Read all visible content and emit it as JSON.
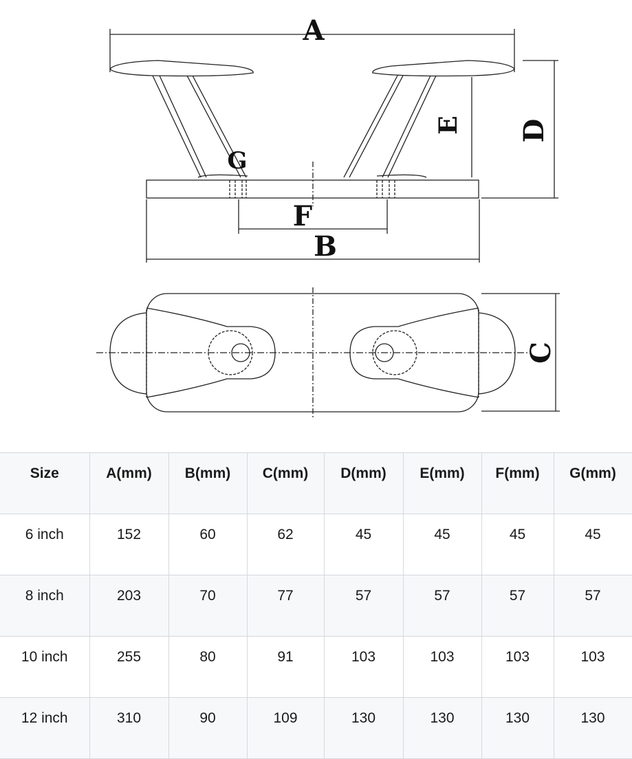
{
  "diagram": {
    "labels": {
      "a": "A",
      "b": "B",
      "c": "C",
      "d": "D",
      "e": "E",
      "f": "F",
      "g": "G"
    }
  },
  "table": {
    "headers": [
      "Size",
      "A(mm)",
      "B(mm)",
      "C(mm)",
      "D(mm)",
      "E(mm)",
      "F(mm)",
      "G(mm)"
    ],
    "rows": [
      [
        "6 inch",
        "152",
        "60",
        "62",
        "45",
        "45",
        "45",
        "45"
      ],
      [
        "8 inch",
        "203",
        "70",
        "77",
        "57",
        "57",
        "57",
        "57"
      ],
      [
        "10 inch",
        "255",
        "80",
        "91",
        "103",
        "103",
        "103",
        "103"
      ],
      [
        "12 inch",
        "310",
        "90",
        "109",
        "130",
        "130",
        "130",
        "130"
      ]
    ]
  }
}
